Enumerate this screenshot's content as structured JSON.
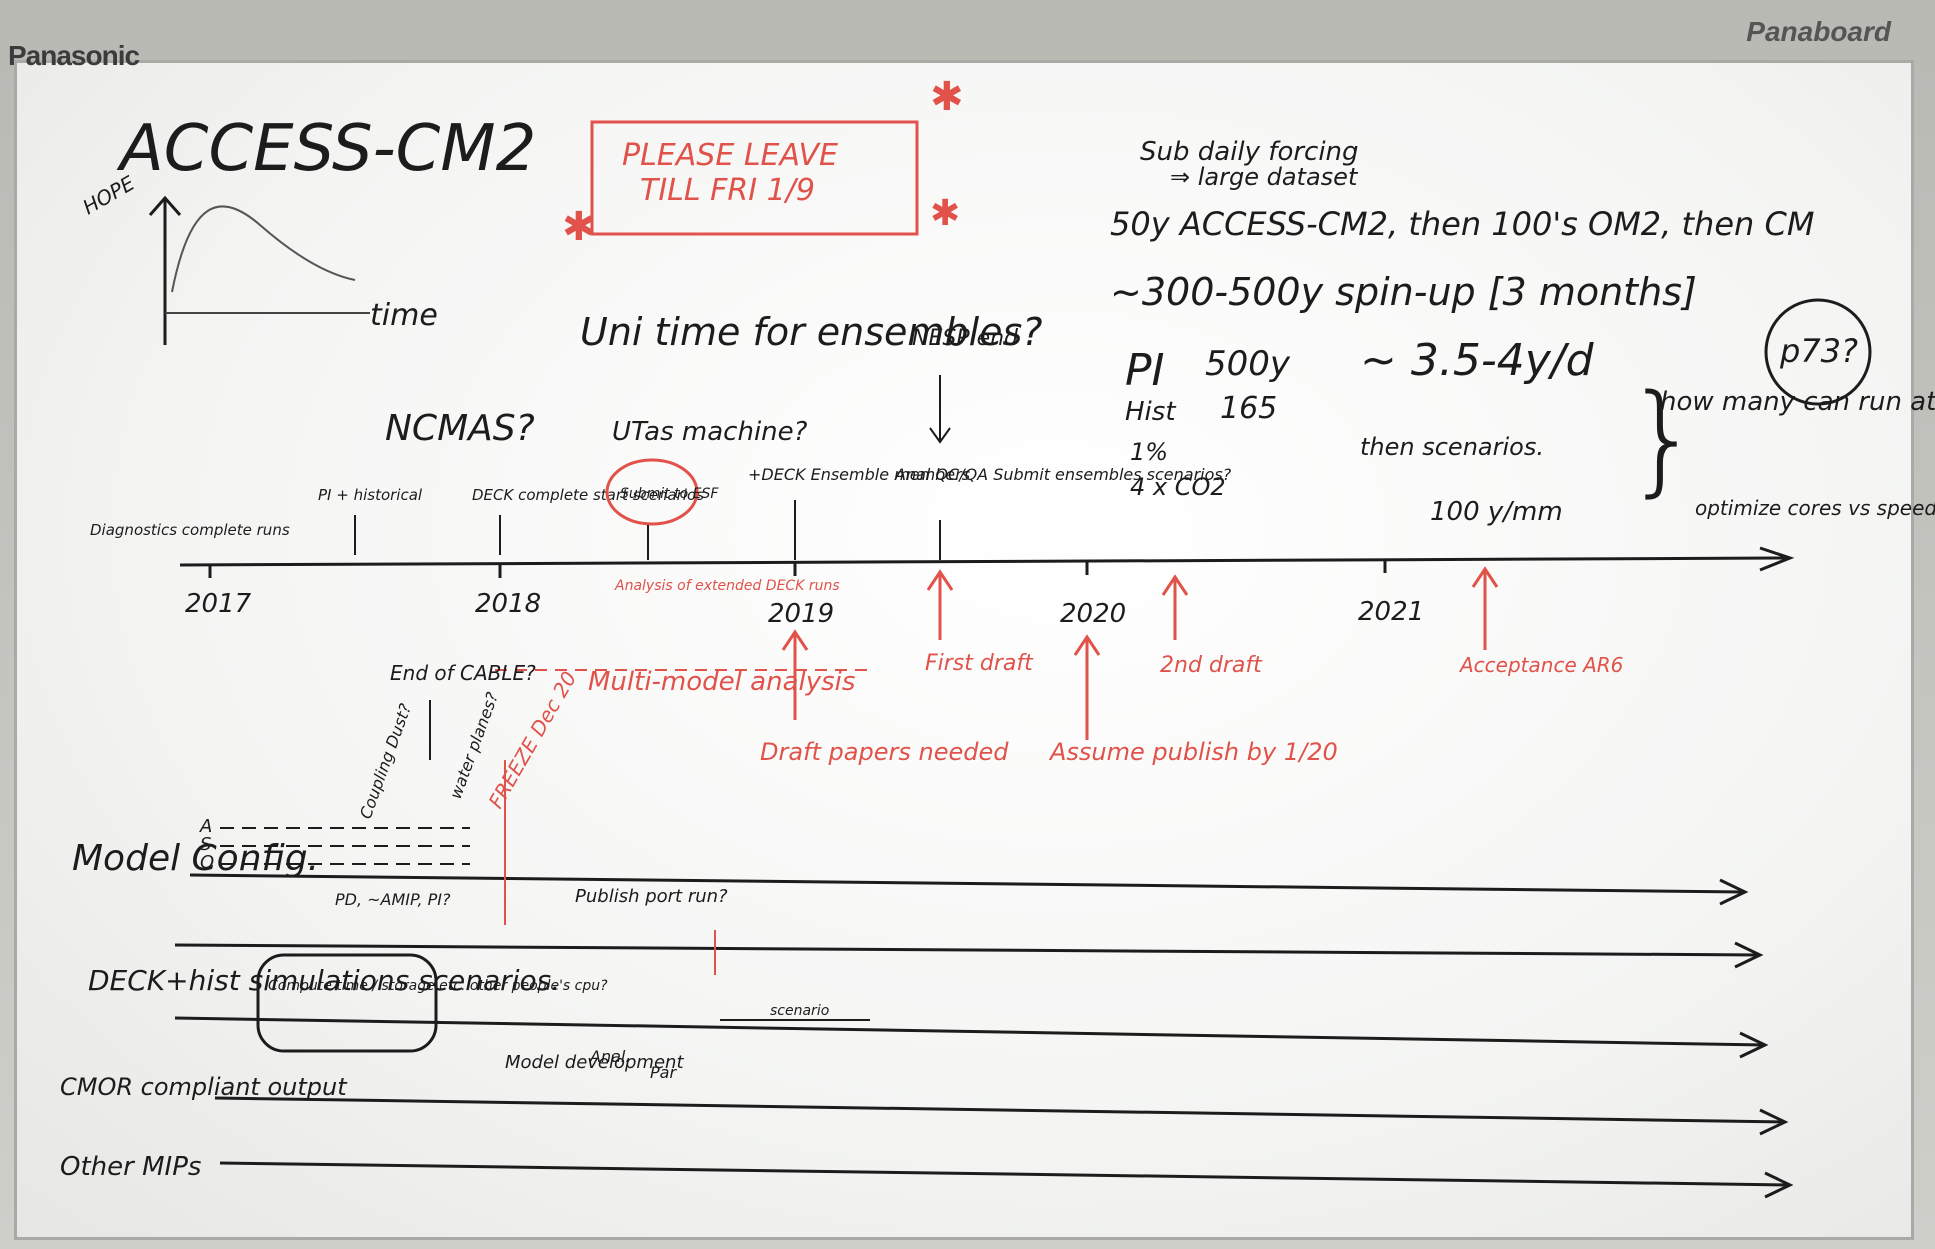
{
  "brand": {
    "left": "Panasonic",
    "right": "Panaboard"
  },
  "title": "ACCESS-CM2",
  "hope_graph": {
    "y_label": "HOPE",
    "x_label": "time"
  },
  "note_box": {
    "line1": "PLEASE LEAVE",
    "line2": "TILL FRI 1/9"
  },
  "notes_top_right": {
    "line1": "Sub daily forcing",
    "line2": "⇒ large dataset",
    "line3": "50y ACCESS-CM2, then 100's OM2, then CM",
    "line4": "~300-500y spin-up [3 months]",
    "rate": "~ 3.5-4y/d",
    "pi": "PI",
    "pi_years": "500y",
    "hist": "Hist",
    "hist_years": "165",
    "one_pct": "1%",
    "co2": "4 x CO2",
    "then": "then scenarios.",
    "throughput": "100 y/mm",
    "how_many": "how many can run at once?",
    "optimize": "optimize cores vs speed up.",
    "circled": "p73?"
  },
  "questions": {
    "ncmas": "NCMAS?",
    "uni_time": "Uni time for ensembles?",
    "utas": "UTas machine?",
    "nesp": "NESP end"
  },
  "timeline": {
    "years": [
      "2017",
      "2018",
      "2019",
      "2020",
      "2021"
    ],
    "above": {
      "diagnostics": "Diagnostics complete runs",
      "pi_hist": "PI + historical",
      "deck": "DECK complete start scenarios",
      "submit_esf": "Submit to ESF",
      "ensemble": "+DECK Ensemble members",
      "analqc": "Anal QC/QA Submit ensembles scenarios?"
    },
    "below": {
      "analysis_members": "Analysis of extended DECK runs",
      "multi_model": "Multi-model analysis",
      "draft_papers": "Draft papers needed",
      "first_draft": "First draft",
      "assume": "Assume publish by 1/20",
      "second_draft": "2nd draft",
      "acceptance": "Acceptance AR6",
      "end_cable": "End of CABLE?"
    }
  },
  "swimlanes": {
    "model_config": "Model Config.",
    "deck": "DECK+hist simulations scenarios.",
    "cmor": "CMOR compliant output",
    "other": "Other MIPs",
    "config_letters": [
      "A",
      "S",
      "O"
    ],
    "coupling": "Coupling Dust?",
    "water": "water planes?",
    "freeze": "FREEZE Dec 20",
    "pd_amip": "PD, ~AMIP, PI?",
    "publish": "Publish port run?",
    "compute": "Compute time / storage etc. other people's cpu?",
    "scenario": "scenario",
    "model_dev": "Model development",
    "anal": "Anal.",
    "par": "Par"
  }
}
